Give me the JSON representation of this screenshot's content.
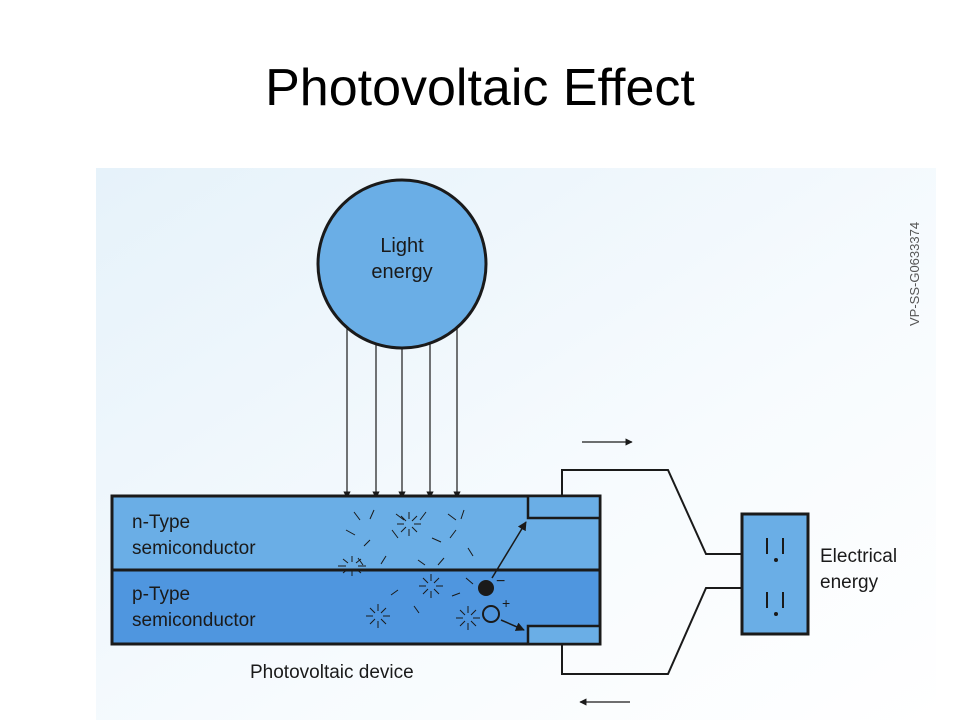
{
  "slide": {
    "title": "Photovoltaic Effect"
  },
  "diagram": {
    "light_source": {
      "line1": "Light",
      "line2": "energy"
    },
    "n_layer": {
      "line1": "n-Type",
      "line2": "semiconductor"
    },
    "p_layer": {
      "line1": "p-Type",
      "line2": "semiconductor"
    },
    "device_caption": "Photovoltaic device",
    "output": {
      "line1": "Electrical",
      "line2": "energy"
    },
    "carriers": {
      "electron_sign": "−",
      "hole_sign": "+"
    },
    "image_code": "VP-SS-G0633374",
    "colors": {
      "background": "#eef6fb",
      "light_circle": "#6aaee6",
      "n_layer": "#6aaee6",
      "p_layer": "#4f96df",
      "stroke": "#1a1a1a"
    }
  }
}
